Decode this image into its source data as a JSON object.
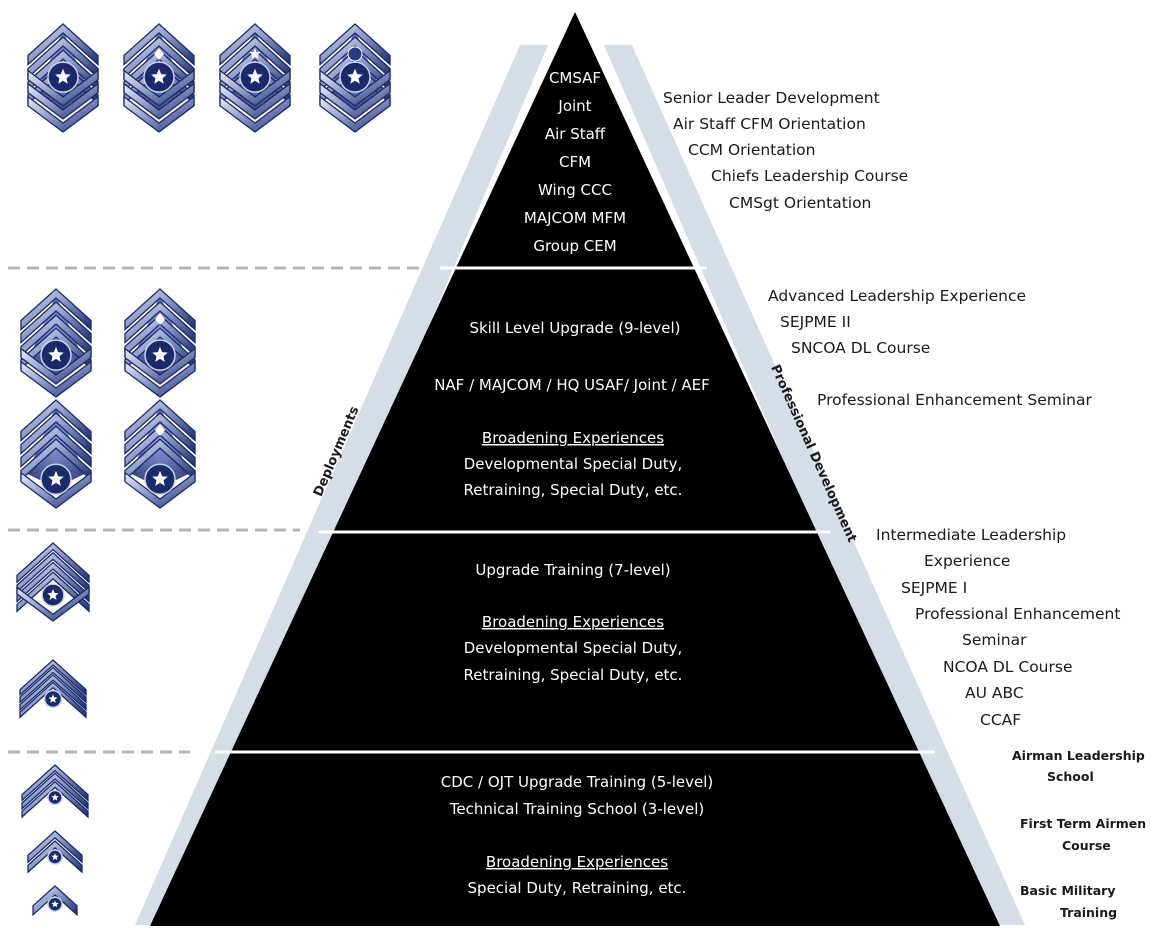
{
  "pyramid": {
    "tier1": [
      "CMSAF",
      "Joint",
      "Air Staff",
      "CFM",
      "Wing CCC",
      "MAJCOM MFM",
      "Group CEM"
    ],
    "tier2": {
      "line1": "Skill Level Upgrade (9-level)",
      "line2": "NAF / MAJCOM / HQ USAF/ Joint / AEF",
      "heading": "Broadening Experiences",
      "line3": "Developmental Special Duty,",
      "line4": "Retraining, Special Duty, etc."
    },
    "tier3": {
      "line1": "Upgrade Training (7-level)",
      "heading": "Broadening Experiences",
      "line2": "Developmental Special Duty,",
      "line3": "Retraining, Special Duty, etc."
    },
    "tier4": {
      "line1": "CDC / OJT Upgrade Training (5-level)",
      "line2": "Technical Training School (3-level)",
      "heading": "Broadening Experiences",
      "line3": "Special Duty, Retraining, etc."
    }
  },
  "side_labels": {
    "left": "Deployments",
    "right": "Professional Development"
  },
  "right_column": {
    "group1": [
      "Senior Leader Development",
      "Air Staff CFM Orientation",
      "CCM Orientation",
      "Chiefs Leadership Course",
      "CMSgt Orientation"
    ],
    "group2": [
      "Advanced Leadership Experience",
      "SEJPME II",
      "SNCOA DL Course",
      "Professional Enhancement Seminar"
    ],
    "group3": [
      "Intermediate Leadership",
      "Experience",
      "SEJPME I",
      "Professional Enhancement",
      "Seminar",
      "NCOA DL Course",
      "AU ABC",
      "CCAF"
    ],
    "group4": [
      "Airman Leadership",
      "School",
      "First Term Airmen",
      "Course",
      "Basic Military",
      "Training"
    ]
  },
  "insignia": [
    {
      "name": "cmsgt-stripes-icon",
      "center": "star"
    },
    {
      "name": "chief-first-sergeant-stripes-icon",
      "center": "diamond"
    },
    {
      "name": "command-chief-stripes-icon",
      "center": "star"
    },
    {
      "name": "cmsaf-stripes-icon",
      "center": "eagle"
    },
    {
      "name": "smsgt-stripes-icon",
      "center": "star"
    },
    {
      "name": "smsgt-first-sergeant-stripes-icon",
      "center": "diamond"
    },
    {
      "name": "msgt-stripes-icon",
      "center": "star"
    },
    {
      "name": "msgt-first-sergeant-stripes-icon",
      "center": "diamond"
    },
    {
      "name": "tsgt-stripes-icon",
      "center": "star"
    },
    {
      "name": "ssgt-stripes-icon",
      "center": "star"
    },
    {
      "name": "sra-stripes-icon",
      "center": "star"
    },
    {
      "name": "a1c-stripes-icon",
      "center": "star"
    },
    {
      "name": "amn-stripe-icon",
      "center": "star"
    }
  ],
  "colors": {
    "pyramid": "#000000",
    "band": "#d6dde6",
    "insignia_dark": "#1b2a6b",
    "insignia_mid": "#4654b8",
    "insignia_light": "#c9d3e8"
  }
}
